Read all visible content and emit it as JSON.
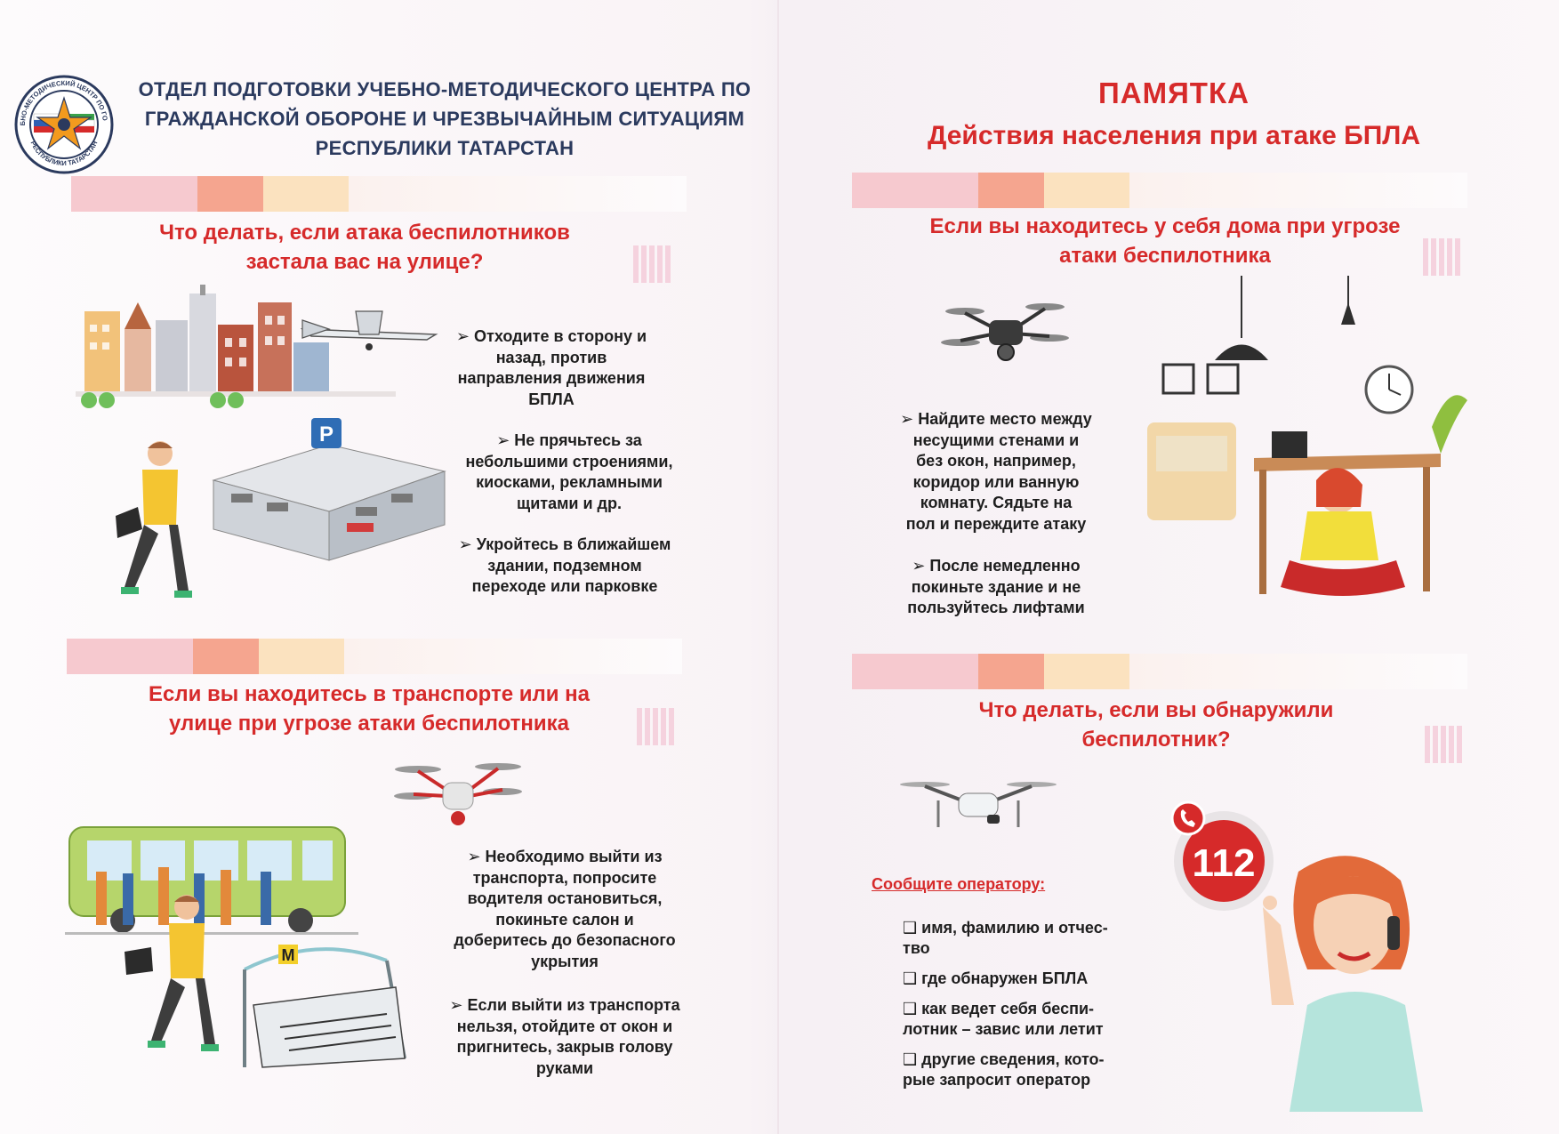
{
  "header": {
    "org_line1": "ОТДЕЛ  ПОДГОТОВКИ  УЧЕБНО-МЕТОДИЧЕСКОГО ЦЕНТРА ПО",
    "org_line2": "ГРАЖДАНСКОЙ  ОБОРОНЕ И ЧРЕЗВЫЧАЙНЫМ  СИТУАЦИЯМ",
    "org_line3": "РЕСПУБЛИКИ  ТАТАРСТАН",
    "logo_text_top": "УЧЕБНО-МЕТОДИЧЕСКИЙ ЦЕНТР ПО ГО И ЧС",
    "logo_text_bottom": "РЕСПУБЛИКИ ТАТАРСТАН",
    "memo_title": "ПАМЯТКА",
    "memo_subtitle": "Действия населения при атаке БПЛА"
  },
  "sections": {
    "street": {
      "title_line1": "Что делать, если атака беспилотников",
      "title_line2": "застала вас на улице?",
      "bullets": [
        [
          "➢ Отходите в сторону и",
          "назад, против",
          "направления движения",
          "БПЛА"
        ],
        [
          "➢ Не прячьтесь за",
          "небольшими строениями,",
          "киосками, рекламными",
          "щитами и др."
        ],
        [
          "➢ Укройтесь в ближайшем",
          "здании, подземном",
          "переходе или парковке"
        ]
      ],
      "parking_sign": "P"
    },
    "home": {
      "title_line1": "Если вы находитесь у себя дома при угрозе",
      "title_line2": "атаки беспилотника",
      "bullets": [
        [
          "➢ Найдите место между",
          "несущими стенами и",
          "без окон, например,",
          "коридор или ванную",
          "комнату. Сядьте на",
          "пол и переждите атаку"
        ],
        [
          "➢ После немедленно",
          "покиньте здание и не",
          "пользуйтесь лифтами"
        ]
      ]
    },
    "transport": {
      "title_line1": "Если вы находитесь в транспорте или на",
      "title_line2": "улице при угрозе атаки беспилотника",
      "bullets": [
        [
          "➢ Необходимо выйти из",
          "транспорта, попросите",
          "водителя остановиться,",
          "покиньте салон и",
          "доберитесь до безопасного",
          "укрытия"
        ],
        [
          "➢ Если выйти из транспорта",
          "нельзя, отойдите от окон и",
          "пригнитесь, закрыв голову",
          "руками"
        ]
      ],
      "metro_sign": "M"
    },
    "found": {
      "title_line1": "Что делать, если вы обнаружили",
      "title_line2": "беспилотник?",
      "operator_label": "Сообщите оператору:",
      "items": [
        [
          "❑ имя, фамилию и отчес-",
          "тво"
        ],
        [
          "❑ где обнаружен БПЛА"
        ],
        [
          "❑ как ведет себя беспи-",
          "лотник – завис или летит"
        ],
        [
          "❑ другие сведения, кото-",
          "рые запросит оператор"
        ]
      ],
      "phone_number": "112"
    }
  },
  "colors": {
    "accent_red": "#d62a2a",
    "org_blue": "#2b3a5e"
  }
}
